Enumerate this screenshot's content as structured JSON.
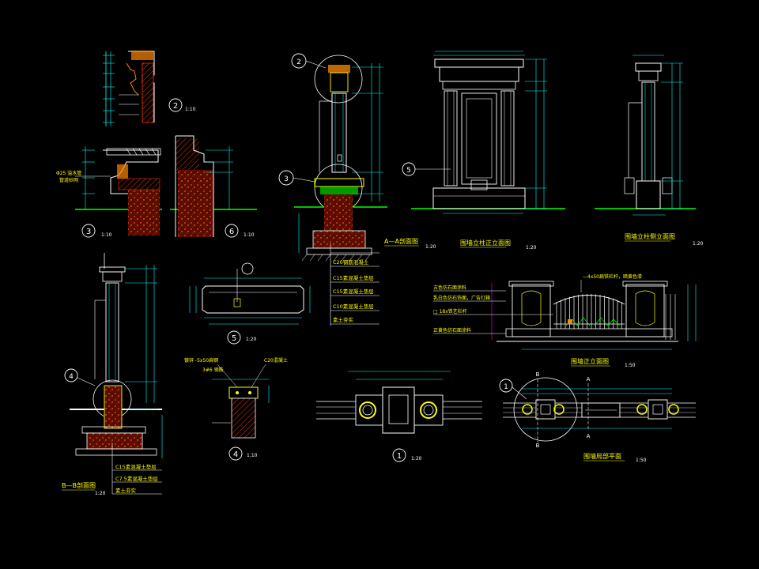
{
  "colors": {
    "background": "#000000",
    "line_white": "#ffffff",
    "dim_cyan": "#00ffff",
    "label_yellow": "#ffff00",
    "ground_green": "#00ff00",
    "soil_red": "#ff3300",
    "concrete_red": "#b02000",
    "magenta": "#ff00ff",
    "wall_orange": "#ff8800"
  },
  "details": {
    "d2": {
      "num": "2",
      "scale": "1:10"
    },
    "d3": {
      "num": "3",
      "scale": "1:10",
      "note1": "Φ25 溢水管",
      "note2": "管道砂网"
    },
    "d6": {
      "num": "6",
      "scale": "1:10"
    },
    "d5": {
      "num": "5",
      "scale": "1:20"
    },
    "d4": {
      "num": "4",
      "scale": "1:10",
      "note1": "镀锌 -5x50扁钢",
      "note2": "3#6  钢筋",
      "note3": "C20混凝土"
    },
    "d1": {
      "num": "1",
      "scale": "1:20"
    }
  },
  "section_aa": {
    "title": "A—A剖面图",
    "scale": "1:20",
    "callout_top": "2",
    "callout_mid": "3",
    "layers": [
      "C20钢筋混凝土",
      "C15素混凝土垫层",
      "C15素混凝土垫层",
      "C10素混凝土垫层",
      "素土夯实"
    ]
  },
  "front_elevation": {
    "title": "围墙立柱正立面图",
    "scale": "1:20",
    "callout": "5"
  },
  "side_elevation": {
    "title": "围墙立柱侧立面图",
    "scale": "1:20"
  },
  "section_bb": {
    "title": "B—B剖面图",
    "scale": "1:20",
    "callout": "4",
    "layers": [
      "C15素混凝土垫层",
      "C7.5素混凝土垫层",
      "素土夯实"
    ]
  },
  "fence_elevation": {
    "title": "围墙正立面图",
    "scale": "1:50",
    "notes": [
      "古色仿石面涂料",
      "乳白色仿石饰面，广告灯箱",
      "□ 18x铁艺栏杆",
      "正黄色仿石面涂料"
    ],
    "top_note": "—4x50扁铁栏杆，暗黄色漆"
  },
  "fence_plan": {
    "title": "围墙局部平面",
    "scale": "1:50",
    "markA": "A",
    "markB": "B",
    "callout": "1"
  }
}
